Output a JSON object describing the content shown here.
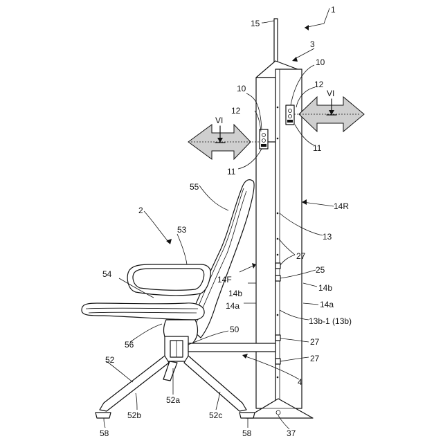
{
  "labels": {
    "n1": "1",
    "n2": "2",
    "n3": "3",
    "n4": "4",
    "n10a": "10",
    "n10b": "10",
    "n11a": "11",
    "n11b": "11",
    "n12a": "12",
    "n12b": "12",
    "n13": "13",
    "n13b": "13b-1 (13b)",
    "n14R": "14R",
    "n14F": "14F",
    "n14bL": "14b",
    "n14bR": "14b",
    "n14aL": "14a",
    "n14aR": "14a",
    "n15": "15",
    "n25": "25",
    "n27a": "27",
    "n27b": "27",
    "n27c": "27",
    "n37": "37",
    "n50": "50",
    "n52": "52",
    "n52a": "52a",
    "n52b": "52b",
    "n52c": "52c",
    "n53": "53",
    "n54": "54",
    "n55": "55",
    "n56": "56",
    "n58a": "58",
    "n58b": "58",
    "viLeft": "VI",
    "viRight": "VI"
  },
  "colors": {
    "line": "#111111",
    "hatch": "#cfcfcf",
    "background": "#ffffff"
  }
}
